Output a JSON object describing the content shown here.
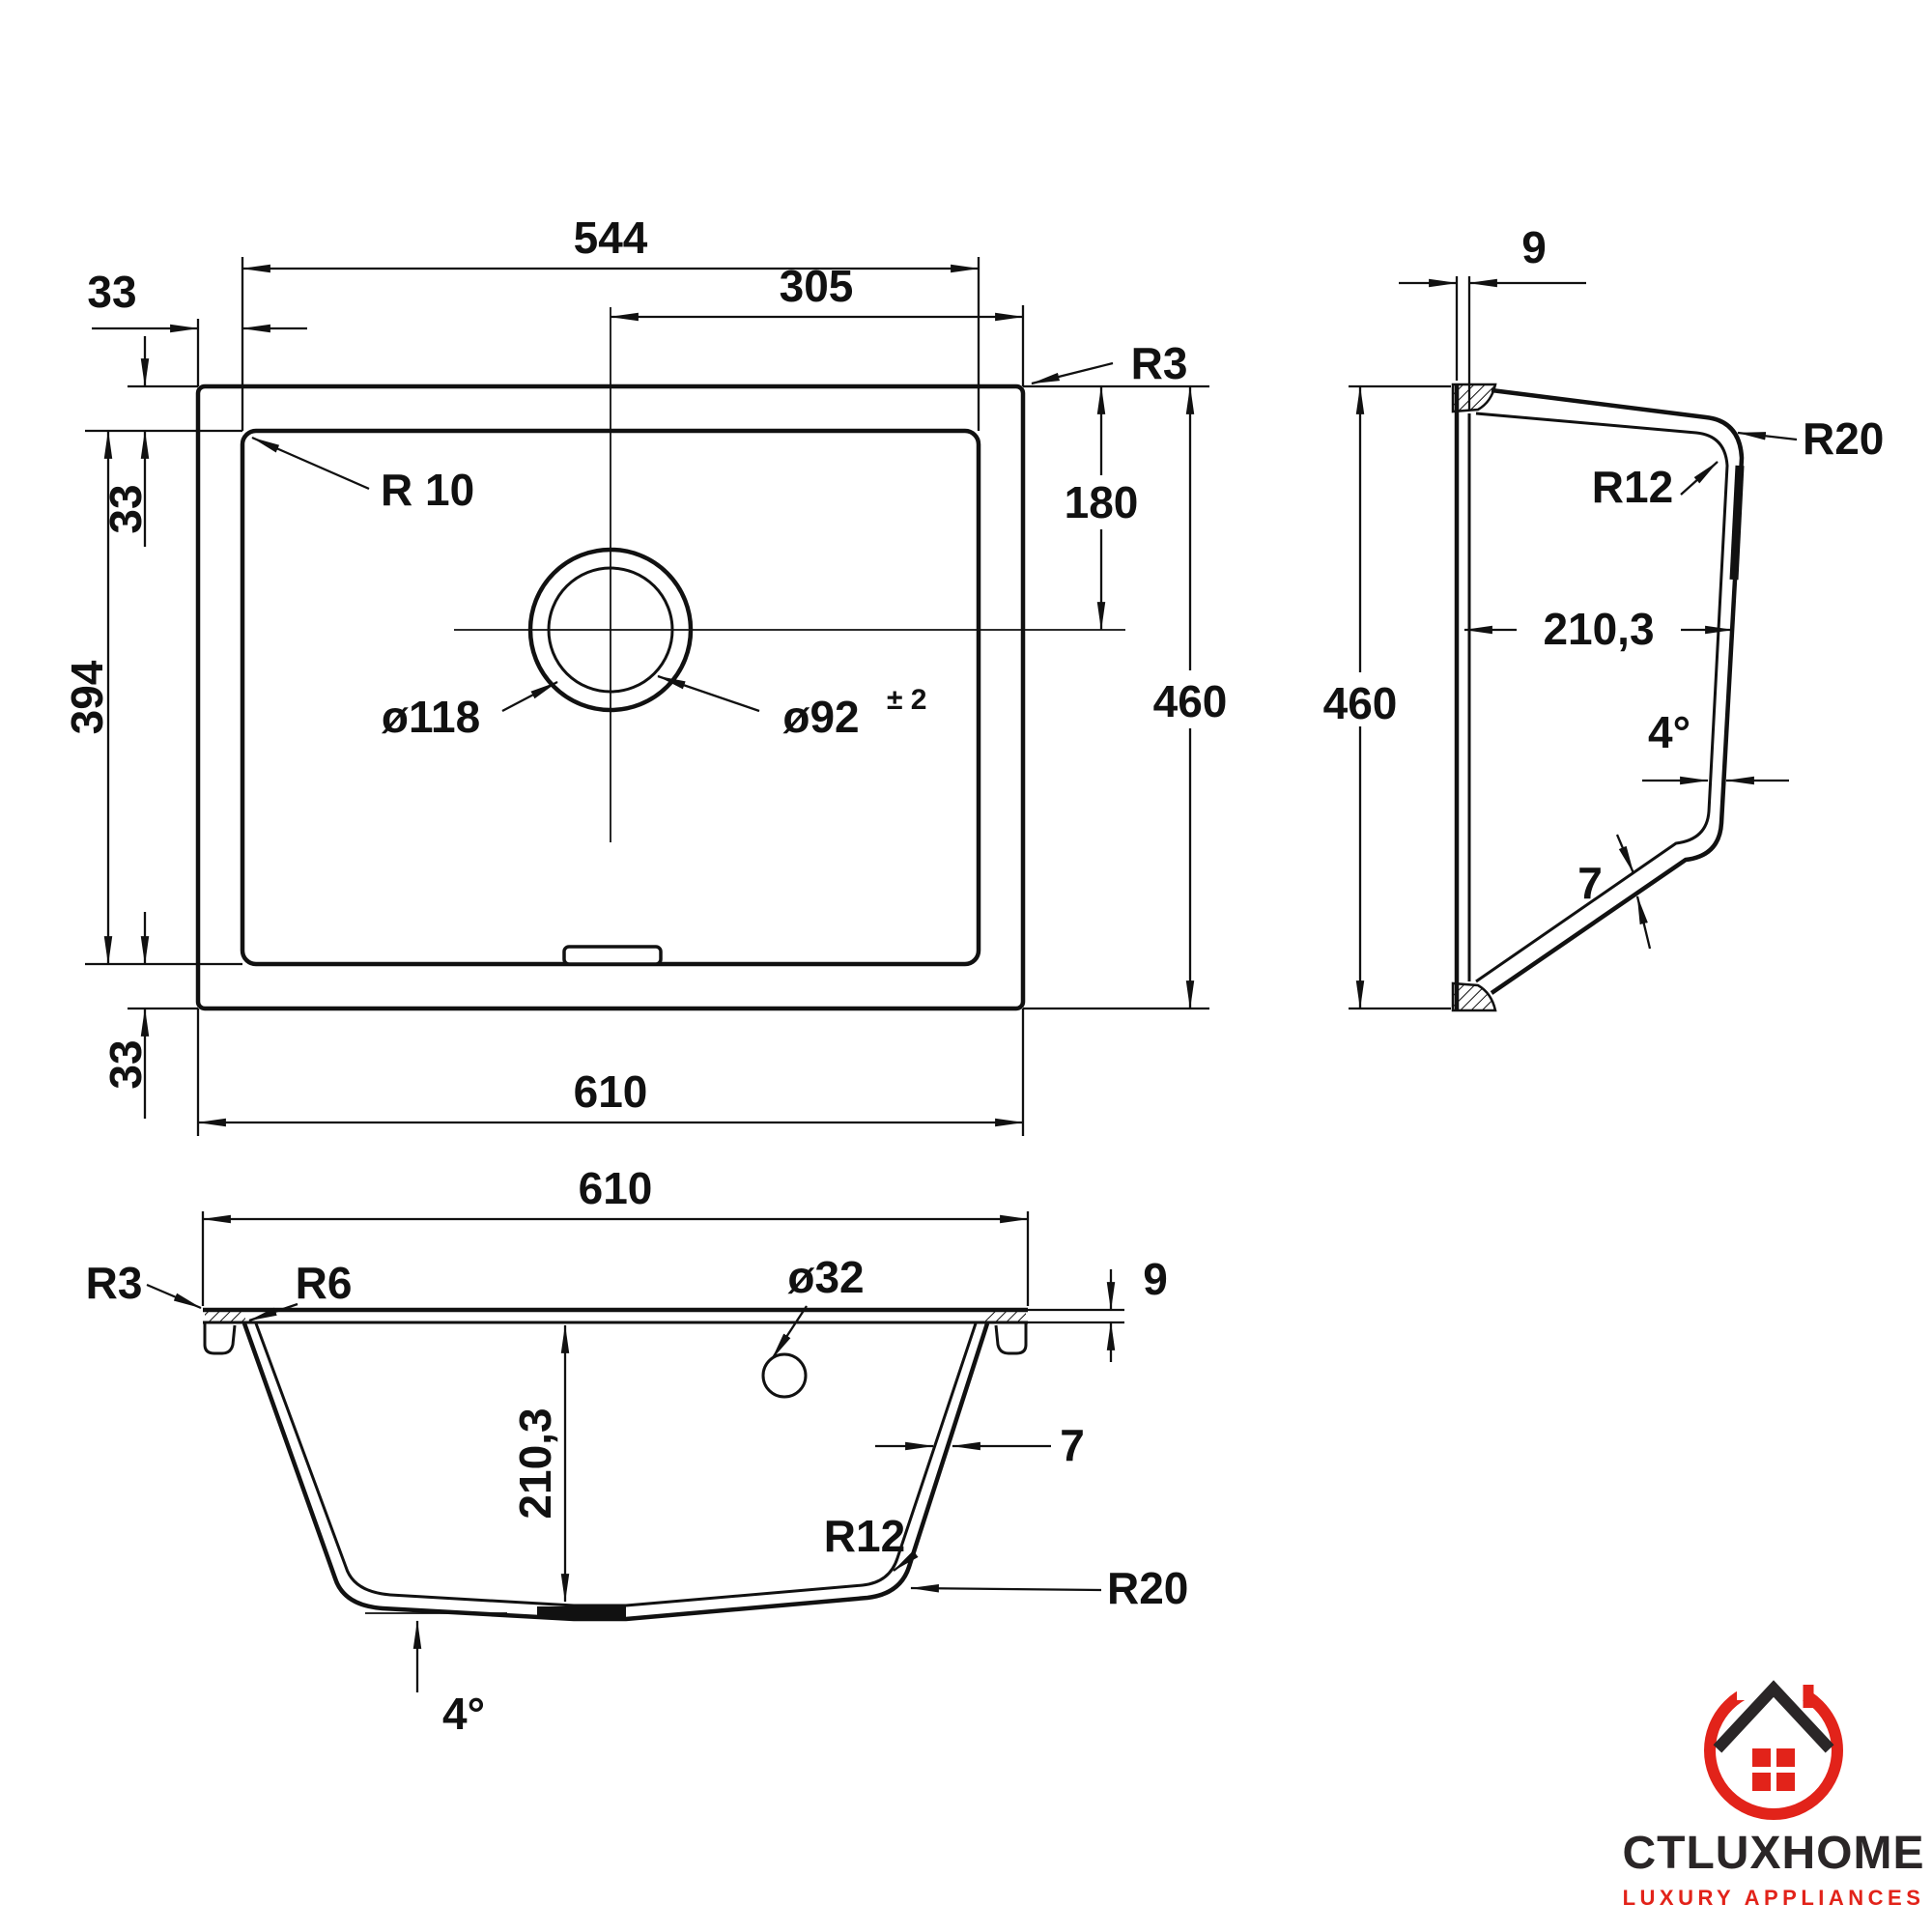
{
  "document": {
    "type": "sink-dimension-drawing",
    "background": "#ffffff",
    "line_color": "#111111"
  },
  "plan_view": {
    "dim_bowl_width": "544",
    "dim_center_to_edge": "305",
    "dim_left_offset": "33",
    "dim_top_offset": "33",
    "dim_bowl_length": "394",
    "dim_bottom_offset": "33",
    "dim_drain_from_top": "180",
    "dim_overall_height": "460",
    "dim_overall_width": "610",
    "radius_corner_outer": "R3",
    "radius_corner_bowl": "R 10",
    "drain_outer": "ø118",
    "drain_inner": "ø92",
    "drain_tolerance": "± 2"
  },
  "side_view": {
    "dim_rim": "9",
    "radius_outer": "R20",
    "radius_inner": "R12",
    "dim_depth": "210,3",
    "angle": "4°",
    "dim_height": "460",
    "dim_wall": "7"
  },
  "front_view": {
    "dim_width": "610",
    "radius_edge": "R3",
    "radius_under": "R6",
    "drain_hole": "ø32",
    "dim_rim": "9",
    "dim_depth": "210,3",
    "dim_wall": "7",
    "radius_inner": "R12",
    "radius_outer": "R20",
    "angle": "4°"
  },
  "logo": {
    "brand_part1": "CT",
    "brand_part2": "LUX",
    "brand_part3": "HOME",
    "tagline": "LUXURY APPLIANCES",
    "accent_color": "#E2231A",
    "text_color": "#2A2627"
  }
}
